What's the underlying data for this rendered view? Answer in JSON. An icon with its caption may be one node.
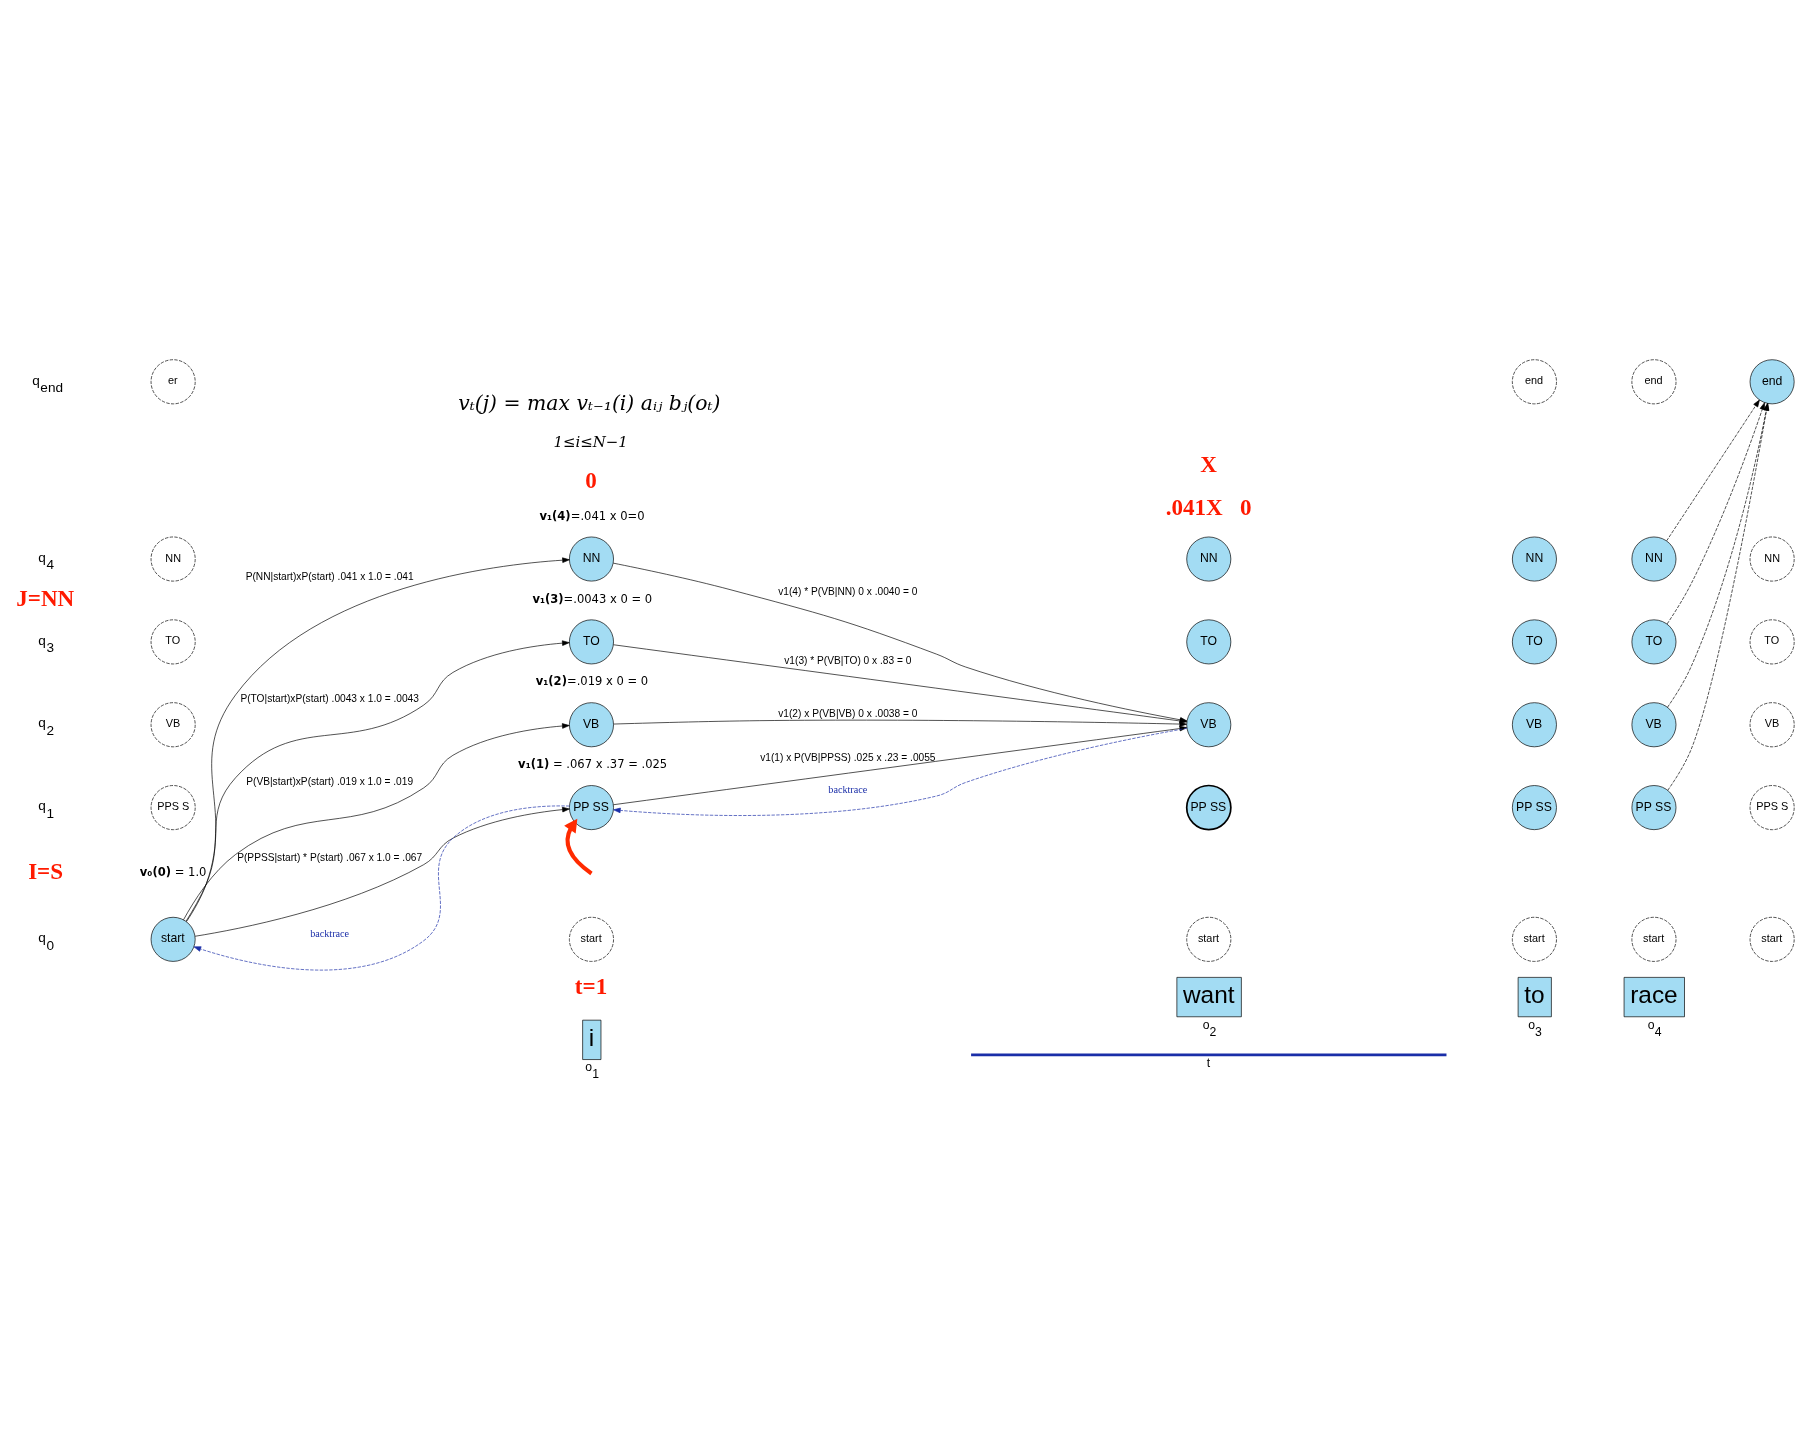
{
  "diagram": {
    "nodes": [
      {
        "text": [
          "er"
        ]
      },
      {
        "text": [
          "NN"
        ]
      },
      {
        "text": [
          "TO"
        ]
      },
      {
        "text": [
          "VB"
        ]
      },
      {
        "text": [
          "PPS S"
        ]
      },
      {
        "text": [
          "start"
        ],
        "beside": [
          "**v₀(0)** = 1.0"
        ]
      },
      {
        "text": [
          "NN"
        ],
        "beside": [
          "**v₁(4)**=.041 x 0=0"
        ]
      },
      {
        "text": [
          "TO"
        ],
        "beside": [
          "**v₁(3)**=.0043 x 0 = 0"
        ]
      },
      {
        "text": [
          "VB"
        ],
        "beside": [
          "**v₁(2)**=.019 x 0 = 0"
        ]
      },
      {
        "text": [
          "PP SS"
        ],
        "beside": [
          "**v₁(1)** = .067 x .37 = .025"
        ]
      },
      {
        "text": [
          "start"
        ]
      },
      {
        "text": [
          "NN"
        ]
      },
      {
        "text": [
          "TO"
        ]
      },
      {
        "text": [
          "VB"
        ]
      },
      {
        "text": [
          "PP SS"
        ]
      },
      {
        "text": [
          "start"
        ]
      },
      {
        "text": [
          "end"
        ]
      },
      {
        "text": [
          "NN"
        ]
      },
      {
        "text": [
          "TO"
        ]
      },
      {
        "text": [
          "VB"
        ]
      },
      {
        "text": [
          "PP SS"
        ]
      },
      {
        "text": [
          "start"
        ]
      },
      {
        "text": [
          "end"
        ]
      },
      {
        "text": [
          "NN"
        ]
      },
      {
        "text": [
          "TO"
        ]
      },
      {
        "text": [
          "VB"
        ]
      },
      {
        "text": [
          "PP SS"
        ]
      },
      {
        "text": [
          "start"
        ]
      },
      {
        "text": [
          "end"
        ]
      },
      {
        "text": [
          "NN"
        ]
      },
      {
        "text": [
          "TO"
        ]
      },
      {
        "text": [
          "VB"
        ]
      },
      {
        "text": [
          "PPS S"
        ]
      },
      {
        "text": [
          "start"
        ]
      },
      {
        "text": [
          "i"
        ],
        "beside": [
          "o$_{1}$"
        ]
      },
      {
        "text": [
          "want"
        ],
        "beside": [
          "o$_{2}$"
        ]
      },
      {
        "text": [
          "to"
        ],
        "beside": [
          "o$_{3}$"
        ]
      },
      {
        "text": [
          "race"
        ],
        "beside": [
          "o$_{4}$"
        ]
      }
    ],
    "edges": [
      {
        "from": 5,
        "to": 6,
        "arrow": "to",
        "label": "P(NN|start)xP(start) .041 x 1.0 = .041"
      },
      {
        "from": 5,
        "to": 7,
        "arrow": "to",
        "label": "P(TO|start)xP(start) .0043 x 1.0 = .0043"
      },
      {
        "from": 5,
        "to": 8,
        "arrow": "to",
        "label": "P(VB|start)xP(start) .019 x 1.0 = .019"
      },
      {
        "from": 5,
        "to": 9,
        "arrow": "to",
        "label": "P(PPSS|start) * P(start) .067 x 1.0 = .067"
      },
      {
        "from": 6,
        "to": 13,
        "arrow": "to",
        "label": "v1(4) * P(VB|NN) 0 x .0040 = 0"
      },
      {
        "from": 7,
        "to": 13,
        "arrow": "to",
        "label": "v1(3) * P(VB|TO) 0 x .83 = 0"
      },
      {
        "from": 8,
        "to": 13,
        "arrow": "to",
        "label": "v1(2) x P(VB|VB) 0 x .0038 = 0"
      },
      {
        "from": 9,
        "to": 13,
        "arrow": "to",
        "label": "v1(1) x P(VB|PPSS) .025 x .23 = .0055"
      },
      {
        "from": 13,
        "to": 9,
        "arrow": "to",
        "label": "backtrace",
        "style": "dashed",
        "color": "#1a2ea8"
      },
      {
        "from": 9,
        "to": 5,
        "arrow": "to",
        "label": "backtrace",
        "style": "dashed",
        "color": "#1a2ea8"
      },
      {
        "from": 23,
        "to": 28,
        "arrow": "to",
        "style": "dashed"
      },
      {
        "from": 24,
        "to": 28,
        "arrow": "to",
        "style": "dashed"
      },
      {
        "from": 25,
        "to": 28,
        "arrow": "to",
        "style": "dashed"
      },
      {
        "from": 26,
        "to": 28,
        "arrow": "to",
        "style": "dashed"
      },
      {
        "from": null,
        "to": 9,
        "arrow": "to",
        "style": "thick",
        "color": "#ff2a00"
      }
    ],
    "labels": [
      "q$_{end}$",
      "vₜ(j) = max vₜ₋₁(i) aᵢⱼ bⱼ(oₜ)",
      "1≤i≤N−1",
      "X",
      ".041X   0",
      "q$_{4}$",
      "0",
      "J=NN",
      "q$_{3}$",
      "q$_{2}$",
      "q$_{1}$",
      "I=S",
      "q$_{0}$",
      "t=1",
      "t"
    ]
  }
}
